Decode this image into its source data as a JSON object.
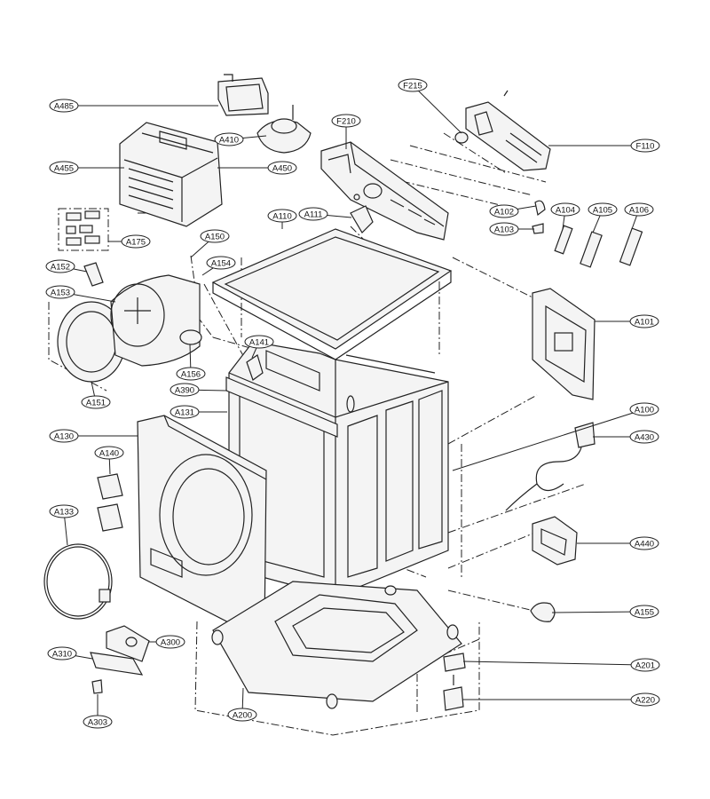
{
  "labels": [
    "A485",
    "A410",
    "A455",
    "A450",
    "F215",
    "F210",
    "F110",
    "A111",
    "A110",
    "A102",
    "A103",
    "A104",
    "A105",
    "A106",
    "A175",
    "A150",
    "A152",
    "A154",
    "A153",
    "A101",
    "A141",
    "A156",
    "A390",
    "A151",
    "A131",
    "A100",
    "A430",
    "A130",
    "A140",
    "A133",
    "A440",
    "A155",
    "A300",
    "A310",
    "A201",
    "A303",
    "A200",
    "A220"
  ]
}
